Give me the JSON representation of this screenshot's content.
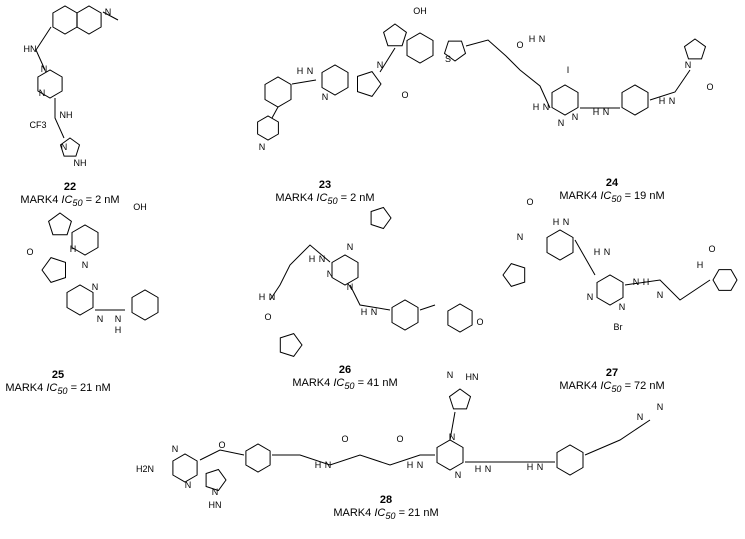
{
  "compounds": [
    {
      "number": "22",
      "target": "MARK4",
      "metric": "IC",
      "sub": "50",
      "value": "= 2 nM",
      "atom_labels": [
        "N",
        "N",
        "N",
        "HN",
        "NH",
        "CF3",
        "N",
        "NH"
      ]
    },
    {
      "number": "23",
      "target": "MARK4",
      "metric": "IC",
      "sub": "50",
      "value": "= 2 nM",
      "atom_labels": [
        "OH",
        "N",
        "H",
        "N",
        "N",
        "N",
        "O"
      ]
    },
    {
      "number": "24",
      "target": "MARK4",
      "metric": "IC",
      "sub": "50",
      "value": "= 19 nM",
      "atom_labels": [
        "O",
        "S",
        "H",
        "N",
        "I",
        "N",
        "N",
        "H",
        "N",
        "H",
        "N",
        "N",
        "O",
        "H",
        "N"
      ]
    },
    {
      "number": "25",
      "target": "MARK4",
      "metric": "IC",
      "sub": "50",
      "value": "= 21 nM",
      "atom_labels": [
        "OH",
        "O",
        "N",
        "H",
        "N",
        "N",
        "N",
        "H"
      ]
    },
    {
      "number": "26",
      "target": "MARK4",
      "metric": "IC",
      "sub": "50",
      "value": "= 41 nM",
      "atom_labels": [
        "H",
        "N",
        "N",
        "N",
        "H",
        "N",
        "O",
        "H",
        "N",
        "N",
        "O"
      ]
    },
    {
      "number": "27",
      "target": "MARK4",
      "metric": "IC",
      "sub": "50",
      "value": "= 72 nM",
      "atom_labels": [
        "O",
        "N",
        "H",
        "N",
        "H",
        "N",
        "N",
        "N",
        "N",
        "H",
        "N",
        "H",
        "O",
        "Br"
      ]
    },
    {
      "number": "28",
      "target": "MARK4",
      "metric": "IC",
      "sub": "50",
      "value": "= 21 nM",
      "atom_labels": [
        "H2N",
        "N",
        "N",
        "O",
        "N",
        "HN",
        "H",
        "N",
        "O",
        "O",
        "H",
        "N",
        "H",
        "N",
        "N",
        "N",
        "H",
        "N",
        "N",
        "HN",
        "N",
        "N"
      ]
    }
  ]
}
